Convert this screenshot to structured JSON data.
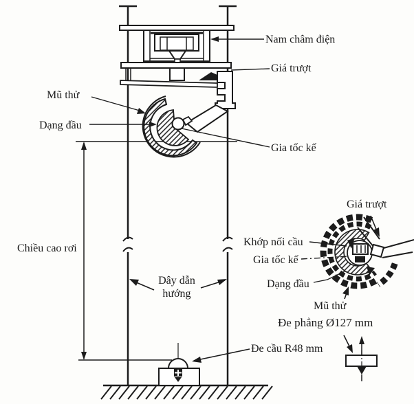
{
  "colors": {
    "ink": "#1c1c1c",
    "paper": "#fdfdfb"
  },
  "labels": {
    "electromagnet": "Nam châm điện",
    "slide_carrier_main": "Giá trượt",
    "test_helmet_main": "Mũ thử",
    "headform_main": "Dạng đầu",
    "accelerometer_main": "Gia tốc kế",
    "drop_height": "Chiều cao rơi",
    "guide_wire_line1": "Dây dẫn",
    "guide_wire_line2": "hướng",
    "slide_carrier_detail": "Giá trượt",
    "ball_joint": "Khớp nối cầu",
    "accelerometer_detail": "Gia tốc kế",
    "headform_detail": "Dạng đầu",
    "test_helmet_detail": "Mũ thử",
    "flat_anvil": "Đe phẳng Ø127 mm",
    "spherical_anvil": "Đe cầu R48 mm"
  }
}
